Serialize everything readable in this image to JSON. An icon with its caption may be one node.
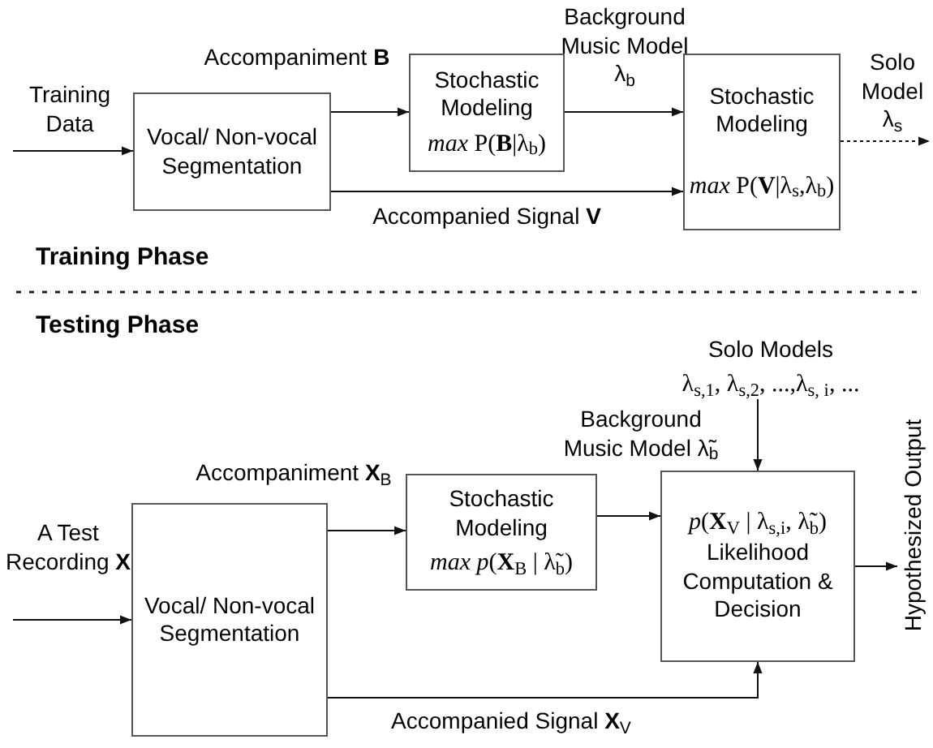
{
  "diagram": {
    "nodes": [
      {
        "text": [
          "Vocal/ Non-vocal Segmentation"
        ]
      },
      {
        "text": [
          "Stochastic Modeling",
          "*max* P(**B**|λ$_{b}$)"
        ]
      },
      {
        "text": [
          "Stochastic Modeling",
          "*max* P(**V**|λ$_{s}$,λ$_{b}$)"
        ]
      },
      {
        "text": [
          "Vocal/ Non-vocal Segmentation"
        ]
      },
      {
        "text": [
          "Stochastic Modeling",
          "*max p*(**X**$_{B}$ | λ̃$_{b}$)"
        ]
      },
      {
        "text": [
          "*p*(**X**$_{V}$ | λ$_{s,i}$, λ̃$_{b}$)",
          "Likelihood Computation & Decision"
        ]
      },
      {
        "text": [
          "Solo Models",
          "λ$_{s,1}$, λ$_{s,2}$, ...,λ$_{s, i}$, ..."
        ]
      },
      {
        "text": [
          "Hypothesized Output"
        ]
      }
    ],
    "edges": [
      {
        "from": null,
        "to": 0,
        "arrow": "to",
        "label": "Training Data"
      },
      {
        "from": 0,
        "to": 1,
        "arrow": "to",
        "label": "Accompaniment **B**"
      },
      {
        "from": 1,
        "to": 2,
        "arrow": "to",
        "label": "Background Music Model λ$_{b}$"
      },
      {
        "from": 0,
        "to": 2,
        "arrow": "to",
        "label": "Accompanied Signal **V**"
      },
      {
        "from": 2,
        "to": null,
        "arrow": "to",
        "label": "Solo Model λ$_{s}$",
        "style": "dashed"
      },
      {
        "from": null,
        "to": 3,
        "arrow": "to",
        "label": "A Test Recording **X**"
      },
      {
        "from": 3,
        "to": 4,
        "arrow": "to",
        "label": "Accompaniment **X**$_{B}$"
      },
      {
        "from": 4,
        "to": 5,
        "arrow": "to",
        "label": "Background Music Model λ̃$_{b}$"
      },
      {
        "from": 6,
        "to": 5,
        "arrow": "to"
      },
      {
        "from": 3,
        "to": 5,
        "arrow": "to",
        "label": "Accompanied Signal **X**$_{V}$"
      },
      {
        "from": 5,
        "to": 7,
        "arrow": "to"
      }
    ],
    "labels": [
      "Training Phase",
      "Testing Phase"
    ]
  }
}
